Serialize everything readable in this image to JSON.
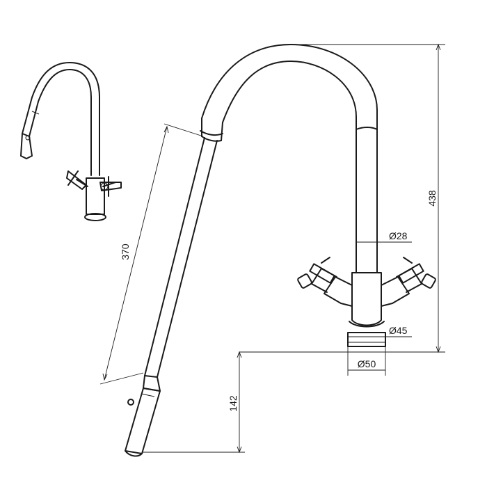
{
  "dimensions": {
    "height": "438",
    "diameter_spout": "Ø28",
    "diameter_base": "Ø45",
    "diameter_flange": "Ø50",
    "hose_length": "370",
    "handset_height": "142"
  },
  "colors": {
    "line": "#1a1a1a",
    "background": "#ffffff"
  }
}
